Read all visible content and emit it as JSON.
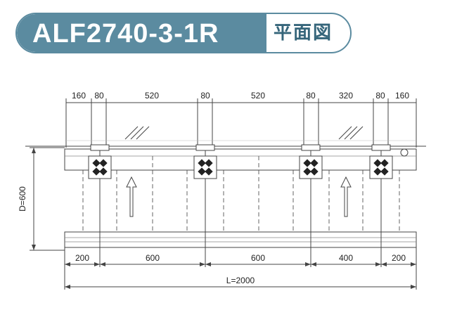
{
  "title": {
    "model": "ALF2740-3-1R",
    "view": "平面図"
  },
  "top_dimensions": [
    "160",
    "80",
    "520",
    "80",
    "520",
    "80",
    "320",
    "80",
    "160"
  ],
  "bottom_dimensions": [
    "200",
    "600",
    "600",
    "400",
    "200"
  ],
  "total_length": "L=2000",
  "depth": "D=600",
  "colors": {
    "accent": "#5b8ba0",
    "accent_text": "#35657a",
    "line": "#444444"
  }
}
